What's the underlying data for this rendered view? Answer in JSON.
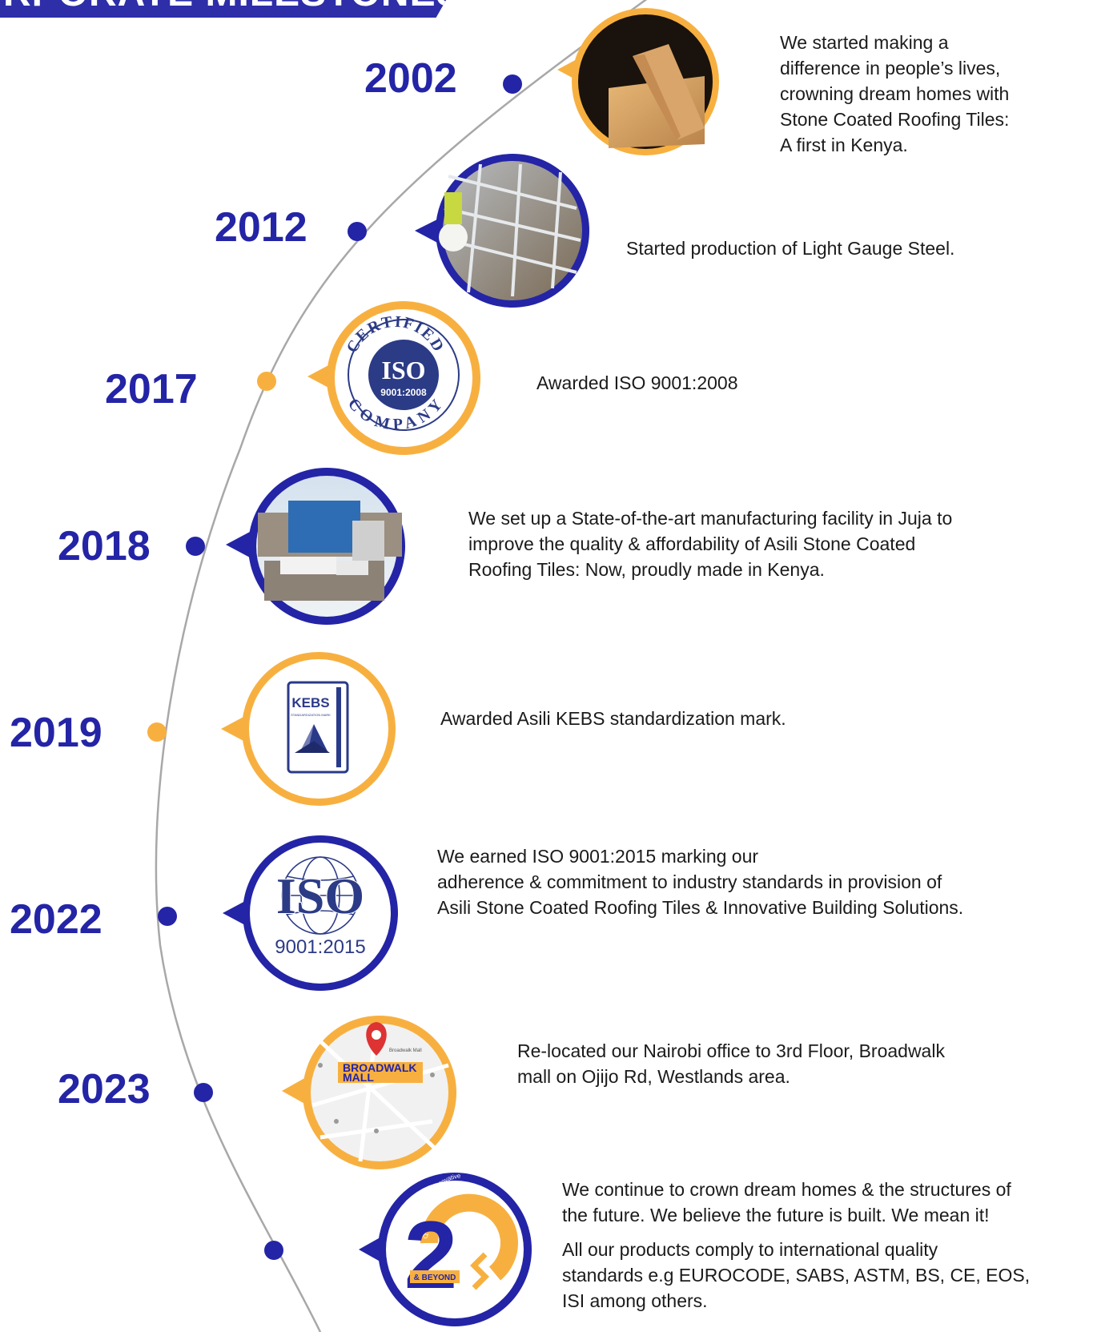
{
  "header": {
    "title": "RPORATE MILESTONES"
  },
  "colors": {
    "blue": "#2424a6",
    "orange": "#f7b040",
    "line": "#a8a8a8"
  },
  "milestones": [
    {
      "year": "2002",
      "text": "We started making a\ndifference in people’s lives,\ncrowning dream homes with\nStone Coated Roofing Tiles:\nA first in Kenya.",
      "image": "roofing-tile-photo"
    },
    {
      "year": "2012",
      "text": "Started production of Light Gauge Steel.",
      "image": "steel-frame-photo"
    },
    {
      "year": "2017",
      "text": "Awarded ISO 9001:2008",
      "image": "iso-certified-badge"
    },
    {
      "year": "2018",
      "text": "We set up a State-of-the-art manufacturing facility in Juja to\nimprove the quality & affordability of Asili Stone Coated\nRoofing Tiles: Now, proudly made in Kenya.",
      "image": "factory-photo"
    },
    {
      "year": "2019",
      "text": "Awarded Asili KEBS standardization mark.",
      "image": "kebs-mark"
    },
    {
      "year": "2022",
      "text": "We earned ISO 9001:2015  marking our\nadherence & commitment to industry standards in provision of\nAsili Stone Coated Roofing Tiles & Innovative Building Solutions.",
      "image": "iso-9001-2015-logo"
    },
    {
      "year": "2023",
      "text": "Re-located our Nairobi office to 3rd Floor, Broadwalk\nmall on Ojijo Rd, Westlands area.",
      "image": "broadwalk-map"
    },
    {
      "year": "",
      "text": "We continue to crown dream homes & the structures of\nthe future. We believe the future is built. We mean it!",
      "text2": "All our products comply to international quality\nstandards e.g EUROCODE, SABS, ASTM, BS, CE, EOS,\nISI among others.",
      "image": "20-years-logo"
    }
  ],
  "badges": {
    "iso2017": {
      "top": "CERTIFIED",
      "mid": "ISO",
      "num": "9001:2008",
      "bottom": "COMPANY"
    },
    "kebs": {
      "name": "KEBS",
      "sub": "STANDARDIZATION MARK"
    },
    "iso2022": {
      "mid": "ISO",
      "num": "9001:2015"
    },
    "map": {
      "mall": "BROADWALK\nMALL",
      "pin": "Broadwalk Mall"
    },
    "anniv": {
      "digit": "2",
      "arc": "Quality. Affordable. Innovative",
      "beyond": "& BEYOND"
    }
  }
}
